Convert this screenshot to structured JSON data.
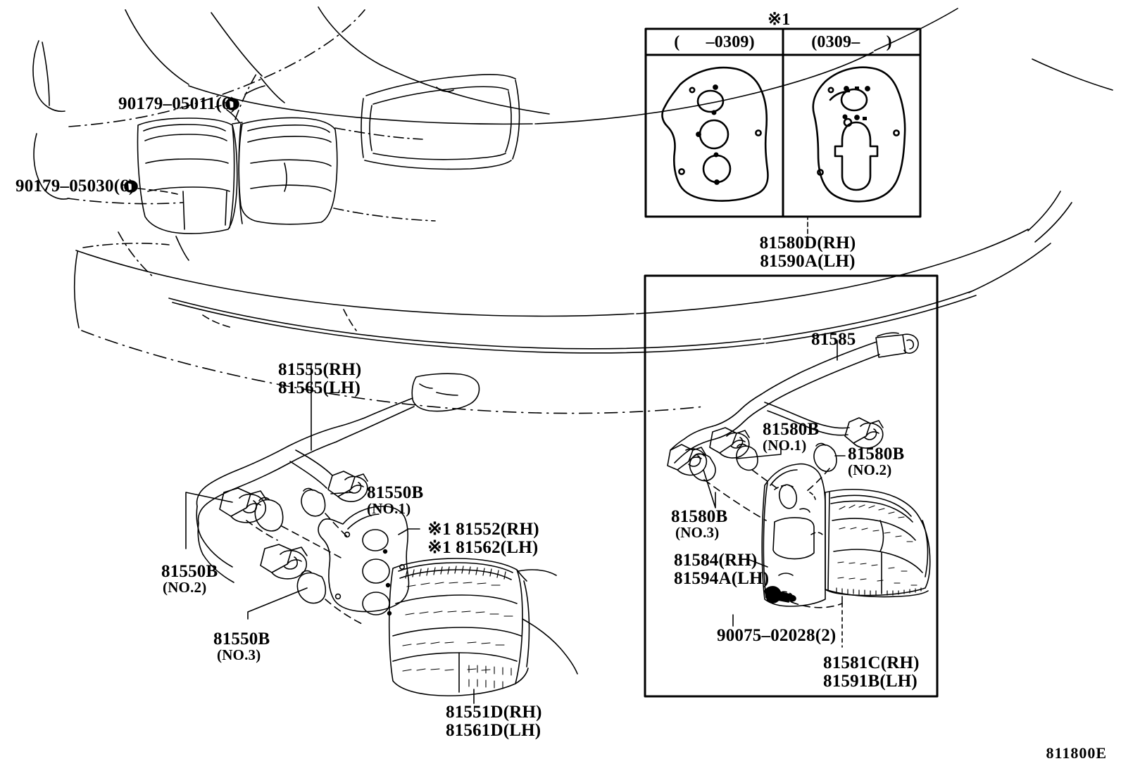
{
  "diagram": {
    "id_code": "811800E",
    "note_marker": "※1",
    "title_hidden": "Rear Combination Lamp"
  },
  "variant_table": {
    "marker": "※1",
    "columns": [
      {
        "label": "(      –0309)",
        "gasket": "three-hole gasket"
      },
      {
        "label": "(0309–      )",
        "gasket": "slotted gasket"
      }
    ],
    "caption_rh": "81580D(RH)",
    "caption_lh": "81590A(LH)"
  },
  "vehicle_view": {
    "callouts": [
      {
        "text": "90179–05011(6)",
        "name": "clip-90179-05011"
      },
      {
        "text": "90179–05030(6)",
        "name": "clip-90179-05030"
      }
    ]
  },
  "main_assembly": {
    "socket_cord_rh": "81555(RH)",
    "socket_cord_lh": "81565(LH)",
    "bulb_no1": "81550B",
    "bulb_no1_sub": "(NO.1)",
    "bulb_no2": "81550B",
    "bulb_no2_sub": "(NO.2)",
    "bulb_no3": "81550B",
    "bulb_no3_sub": "(NO.3)",
    "gasket_rh": "※1 81552(RH)",
    "gasket_lh": "※1 81562(LH)",
    "lens_rh": "81551D(RH)",
    "lens_lh": "81561D(LH)"
  },
  "inner_assembly": {
    "socket_cord": "81585",
    "bulb_no1": "81580B",
    "bulb_no1_sub": "(NO.1)",
    "bulb_no2": "81580B",
    "bulb_no2_sub": "(NO.2)",
    "bulb_no3": "81580B",
    "bulb_no3_sub": "(NO.3)",
    "body_rh": "81584(RH)",
    "body_lh": "81594A(LH)",
    "screw": "90075–02028(2)",
    "lens_rh": "81581C(RH)",
    "lens_lh": "81591B(LH)"
  },
  "style": {
    "ink": "#000000",
    "paper": "#ffffff"
  }
}
